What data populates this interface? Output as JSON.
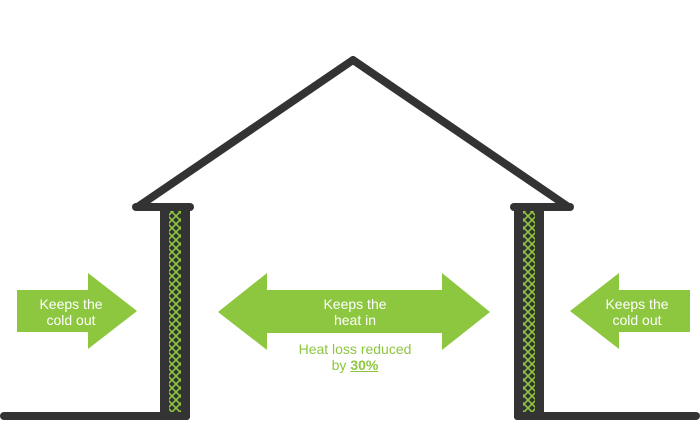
{
  "colors": {
    "structure": "#333333",
    "arrow": "#8dc63f",
    "insulation": "#8dc63f",
    "arrow_text": "#ffffff",
    "note_text": "#8dc63f"
  },
  "arrows": {
    "left": {
      "line1": "Keeps the",
      "line2": "cold out",
      "direction": "right"
    },
    "center": {
      "line1": "Keeps the",
      "line2": "heat in",
      "direction": "both"
    },
    "right": {
      "line1": "Keeps the",
      "line2": "cold out",
      "direction": "left"
    }
  },
  "note": {
    "line1": "Heat loss reduced",
    "prefix": "by ",
    "value": "30%"
  }
}
